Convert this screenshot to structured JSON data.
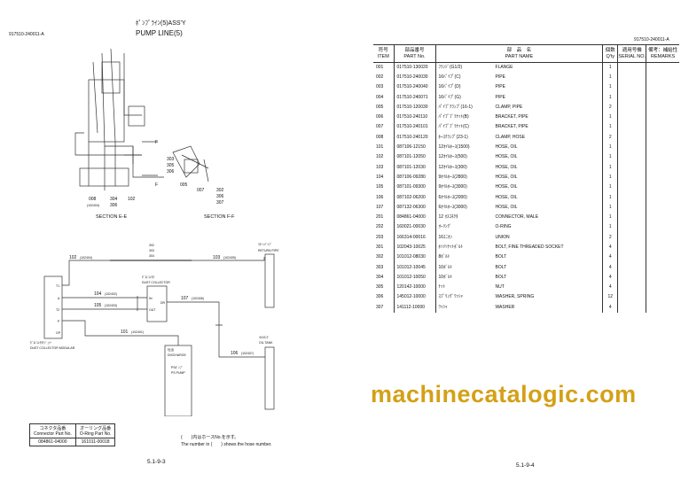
{
  "left_page": {
    "doc_no": "917510-240011-A",
    "title_jp": "ﾎﾟﾝﾌﾟﾗｲﾝ(5)ASS'Y",
    "title_en": "PUMP LINE(5)",
    "section_e": "SECTION E-E",
    "section_f": "SECTION F-F",
    "callouts": {
      "c008": "008",
      "c008_sub": "(102404)",
      "c304": "304",
      "c306": "306",
      "c102": "102",
      "c303": "303",
      "c305": "305",
      "c306b": "306",
      "c005": "005",
      "c007": "007",
      "c302": "302",
      "c306c": "306",
      "c307": "307",
      "f1": "F",
      "f2": "F"
    },
    "schematic": {
      "l102": "102",
      "l102_sub": "(102404)",
      "l302_304": "302\n303\n304",
      "l103": "103",
      "l103_sub": "(102405)",
      "return_pipe_jp": "ﾘﾀｰﾝﾊﾟｲﾌﾟ",
      "return_pipe": "RETURN PIPE",
      "dust_collector_jp": "ﾀﾞｽﾄｺﾚｸﾀ",
      "dust_collector": "DUST COLLECTOR",
      "port_t1": "T1",
      "port_a": "A",
      "port_t2": "T2",
      "port_p": "P",
      "port_gp": "GP",
      "in": "IN",
      "out": "OUT",
      "dr": "DR",
      "l104": "104",
      "l104_sub": "(102402)",
      "l105": "105",
      "l105_sub": "(102403)",
      "l107": "107",
      "l107_sub": "(102406)",
      "l101": "101",
      "l101_sub": "(102401)",
      "l106": "106",
      "l106_sub": "(102407)",
      "modular_jp": "ﾀﾞｽﾄｺﾚｸﾀﾓｼﾞｭﾗｰ",
      "modular": "DUST COLLECTOR MODULAR",
      "discharge_jp": "吐出",
      "discharge": "DISCHARGE",
      "ps_pump_jp": "PSﾎﾟﾝﾌﾟ",
      "ps_pump": "PS PUMP",
      "oil_tank_jp": "ｵｲﾙﾀﾝｸ",
      "oil_tank": "OIL TANK"
    },
    "connector_table": {
      "h1_jp": "コネクタ品番",
      "h1": "Connector Part No.",
      "h2_jp": "オーリング品番",
      "h2": "O-Ring Part No.",
      "v1": "084861-04000",
      "v2": "161011-00018"
    },
    "note_jp": "(　　)内はホースNo.を示す。",
    "note_en": "The number in (　　) shows the hose number.",
    "page_no": "5.1-9-3"
  },
  "right_page": {
    "doc_no": "917510-240011-A",
    "headers": {
      "item_jp": "符号",
      "item": "ITEM",
      "part_jp": "部品番号",
      "part": "PART No.",
      "name_jp": "部　品　名",
      "name": "PART NAME",
      "qty_jp": "個数",
      "qty": "Q'ty",
      "serial_jp": "適用号機",
      "serial": "SERIAL NO.",
      "remarks_jp": "備考：補給性",
      "remarks": "REMARKS"
    },
    "rows": [
      [
        "001",
        "017510-130020",
        "ﾌﾗﾝｼﾞ(G1/2)",
        "FLANGE",
        "1"
      ],
      [
        "002",
        "017510-240030",
        "16ﾊﾟｲﾌﾟ(C)",
        "PIPE",
        "1"
      ],
      [
        "003",
        "017510-240040",
        "16ﾊﾟｲﾌﾟ(D)",
        "PIPE",
        "1"
      ],
      [
        "004",
        "017510-240071",
        "16ﾊﾟｲﾌﾟ(G)",
        "PIPE",
        "1"
      ],
      [
        "005",
        "017510-120030",
        "ﾊﾟｲﾌﾟｸﾗﾝﾌﾟ(16-1)",
        "CLAMP, PIPE",
        "2"
      ],
      [
        "006",
        "017510-240110",
        "ﾊﾟｲﾌﾟﾌﾞﾗｹｯﾄ(B)",
        "BRACKET, PIPE",
        "1"
      ],
      [
        "007",
        "017510-240101",
        "ﾊﾟｲﾌﾟﾌﾞﾗｹｯﾄ(C)",
        "BRACKET, PIPE",
        "1"
      ],
      [
        "008",
        "017510-240120",
        "ﾎｰｽｸﾗﾝﾌﾟ(23-1)",
        "CLAMP, HOSE",
        "2"
      ],
      [
        "101",
        "087106-12150",
        "12ｵｲﾙﾎｰｽ(1500)",
        "HOSE, OIL",
        "1"
      ],
      [
        "102",
        "087101-12050",
        "12ｵｲﾙﾎｰｽ(500)",
        "HOSE, OIL",
        "1"
      ],
      [
        "103",
        "087101-12030",
        "12ｵｲﾙﾎｰｽ(300)",
        "HOSE, OIL",
        "1"
      ],
      [
        "104",
        "087106-09280",
        "9ｵｲﾙﾎｰｽ(2800)",
        "HOSE, OIL",
        "1"
      ],
      [
        "105",
        "087101-09300",
        "9ｵｲﾙﾎｰｽ(3000)",
        "HOSE, OIL",
        "1"
      ],
      [
        "106",
        "087102-06200",
        "6ｵｲﾙﾎｰｽ(2000)",
        "HOSE, OIL",
        "1"
      ],
      [
        "107",
        "087132-06300",
        "6ｵｲﾙﾎｰｽ(3000)",
        "HOSE, OIL",
        "1"
      ],
      [
        "201",
        "084861-04000",
        "12 ｵｽｺﾈｸﾀ",
        "CONNECTOR, MALE",
        "1"
      ],
      [
        "202",
        "160021-00030",
        "ｵｰﾘﾝｸﾞ",
        "O-RING",
        "1"
      ],
      [
        "203",
        "166314-00016",
        "16ﾕﾆｵﾝ",
        "UNION",
        "2"
      ],
      [
        "301",
        "102043-10025",
        "ﾎｿﾒｿｹｯﾄﾎﾞﾙﾄ",
        "BOLT, FINE THREADED SOCKET",
        "4"
      ],
      [
        "302",
        "101012-08030",
        "8ﾎﾞﾙﾄ",
        "BOLT",
        "4"
      ],
      [
        "303",
        "101012-10045",
        "10ﾎﾞﾙﾄ",
        "BOLT",
        "4"
      ],
      [
        "304",
        "101012-10050",
        "10ﾎﾞﾙﾄ",
        "BOLT",
        "4"
      ],
      [
        "305",
        "120142-10000",
        "ﾅｯﾄ",
        "NUT",
        "4"
      ],
      [
        "306",
        "145012-10000",
        "ｽﾌﾟﾘﾝｸﾞﾜｯｼｬ",
        "WASHER, SPRING",
        "12"
      ],
      [
        "307",
        "141112-10000",
        "ﾜｯｼｬ",
        "WASHER",
        "4"
      ]
    ],
    "page_no": "5.1-9-4"
  },
  "watermark": "machinecatalogic.com"
}
